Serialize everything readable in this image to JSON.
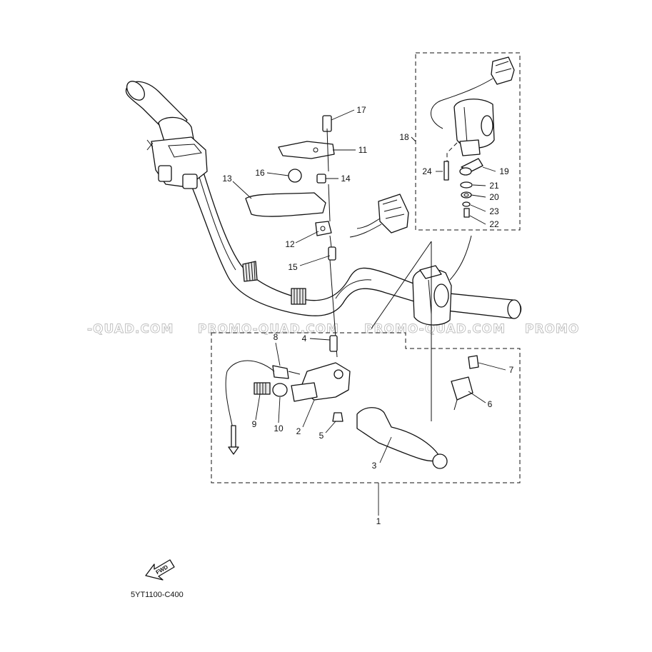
{
  "watermark": {
    "items": [
      "-QUAD.COM",
      "PROMO-QUAD.COM",
      "PROMO-QUAD.COM",
      "PROMO"
    ]
  },
  "callouts": [
    {
      "id": "1",
      "label": "1"
    },
    {
      "id": "2",
      "label": "2"
    },
    {
      "id": "3",
      "label": "3"
    },
    {
      "id": "4",
      "label": "4"
    },
    {
      "id": "5",
      "label": "5"
    },
    {
      "id": "6",
      "label": "6"
    },
    {
      "id": "7",
      "label": "7"
    },
    {
      "id": "8",
      "label": "8"
    },
    {
      "id": "9",
      "label": "9"
    },
    {
      "id": "10",
      "label": "10"
    },
    {
      "id": "11",
      "label": "11"
    },
    {
      "id": "12",
      "label": "12"
    },
    {
      "id": "13",
      "label": "13"
    },
    {
      "id": "14",
      "label": "14"
    },
    {
      "id": "15",
      "label": "15"
    },
    {
      "id": "16",
      "label": "16"
    },
    {
      "id": "17",
      "label": "17"
    },
    {
      "id": "18",
      "label": "18"
    },
    {
      "id": "19",
      "label": "19"
    },
    {
      "id": "20",
      "label": "20"
    },
    {
      "id": "21",
      "label": "21"
    },
    {
      "id": "22",
      "label": "22"
    },
    {
      "id": "23",
      "label": "23"
    },
    {
      "id": "24",
      "label": "24"
    }
  ],
  "fwd_arrow": {
    "label": "FWD"
  },
  "diagram_code": "5YT1100-C400"
}
